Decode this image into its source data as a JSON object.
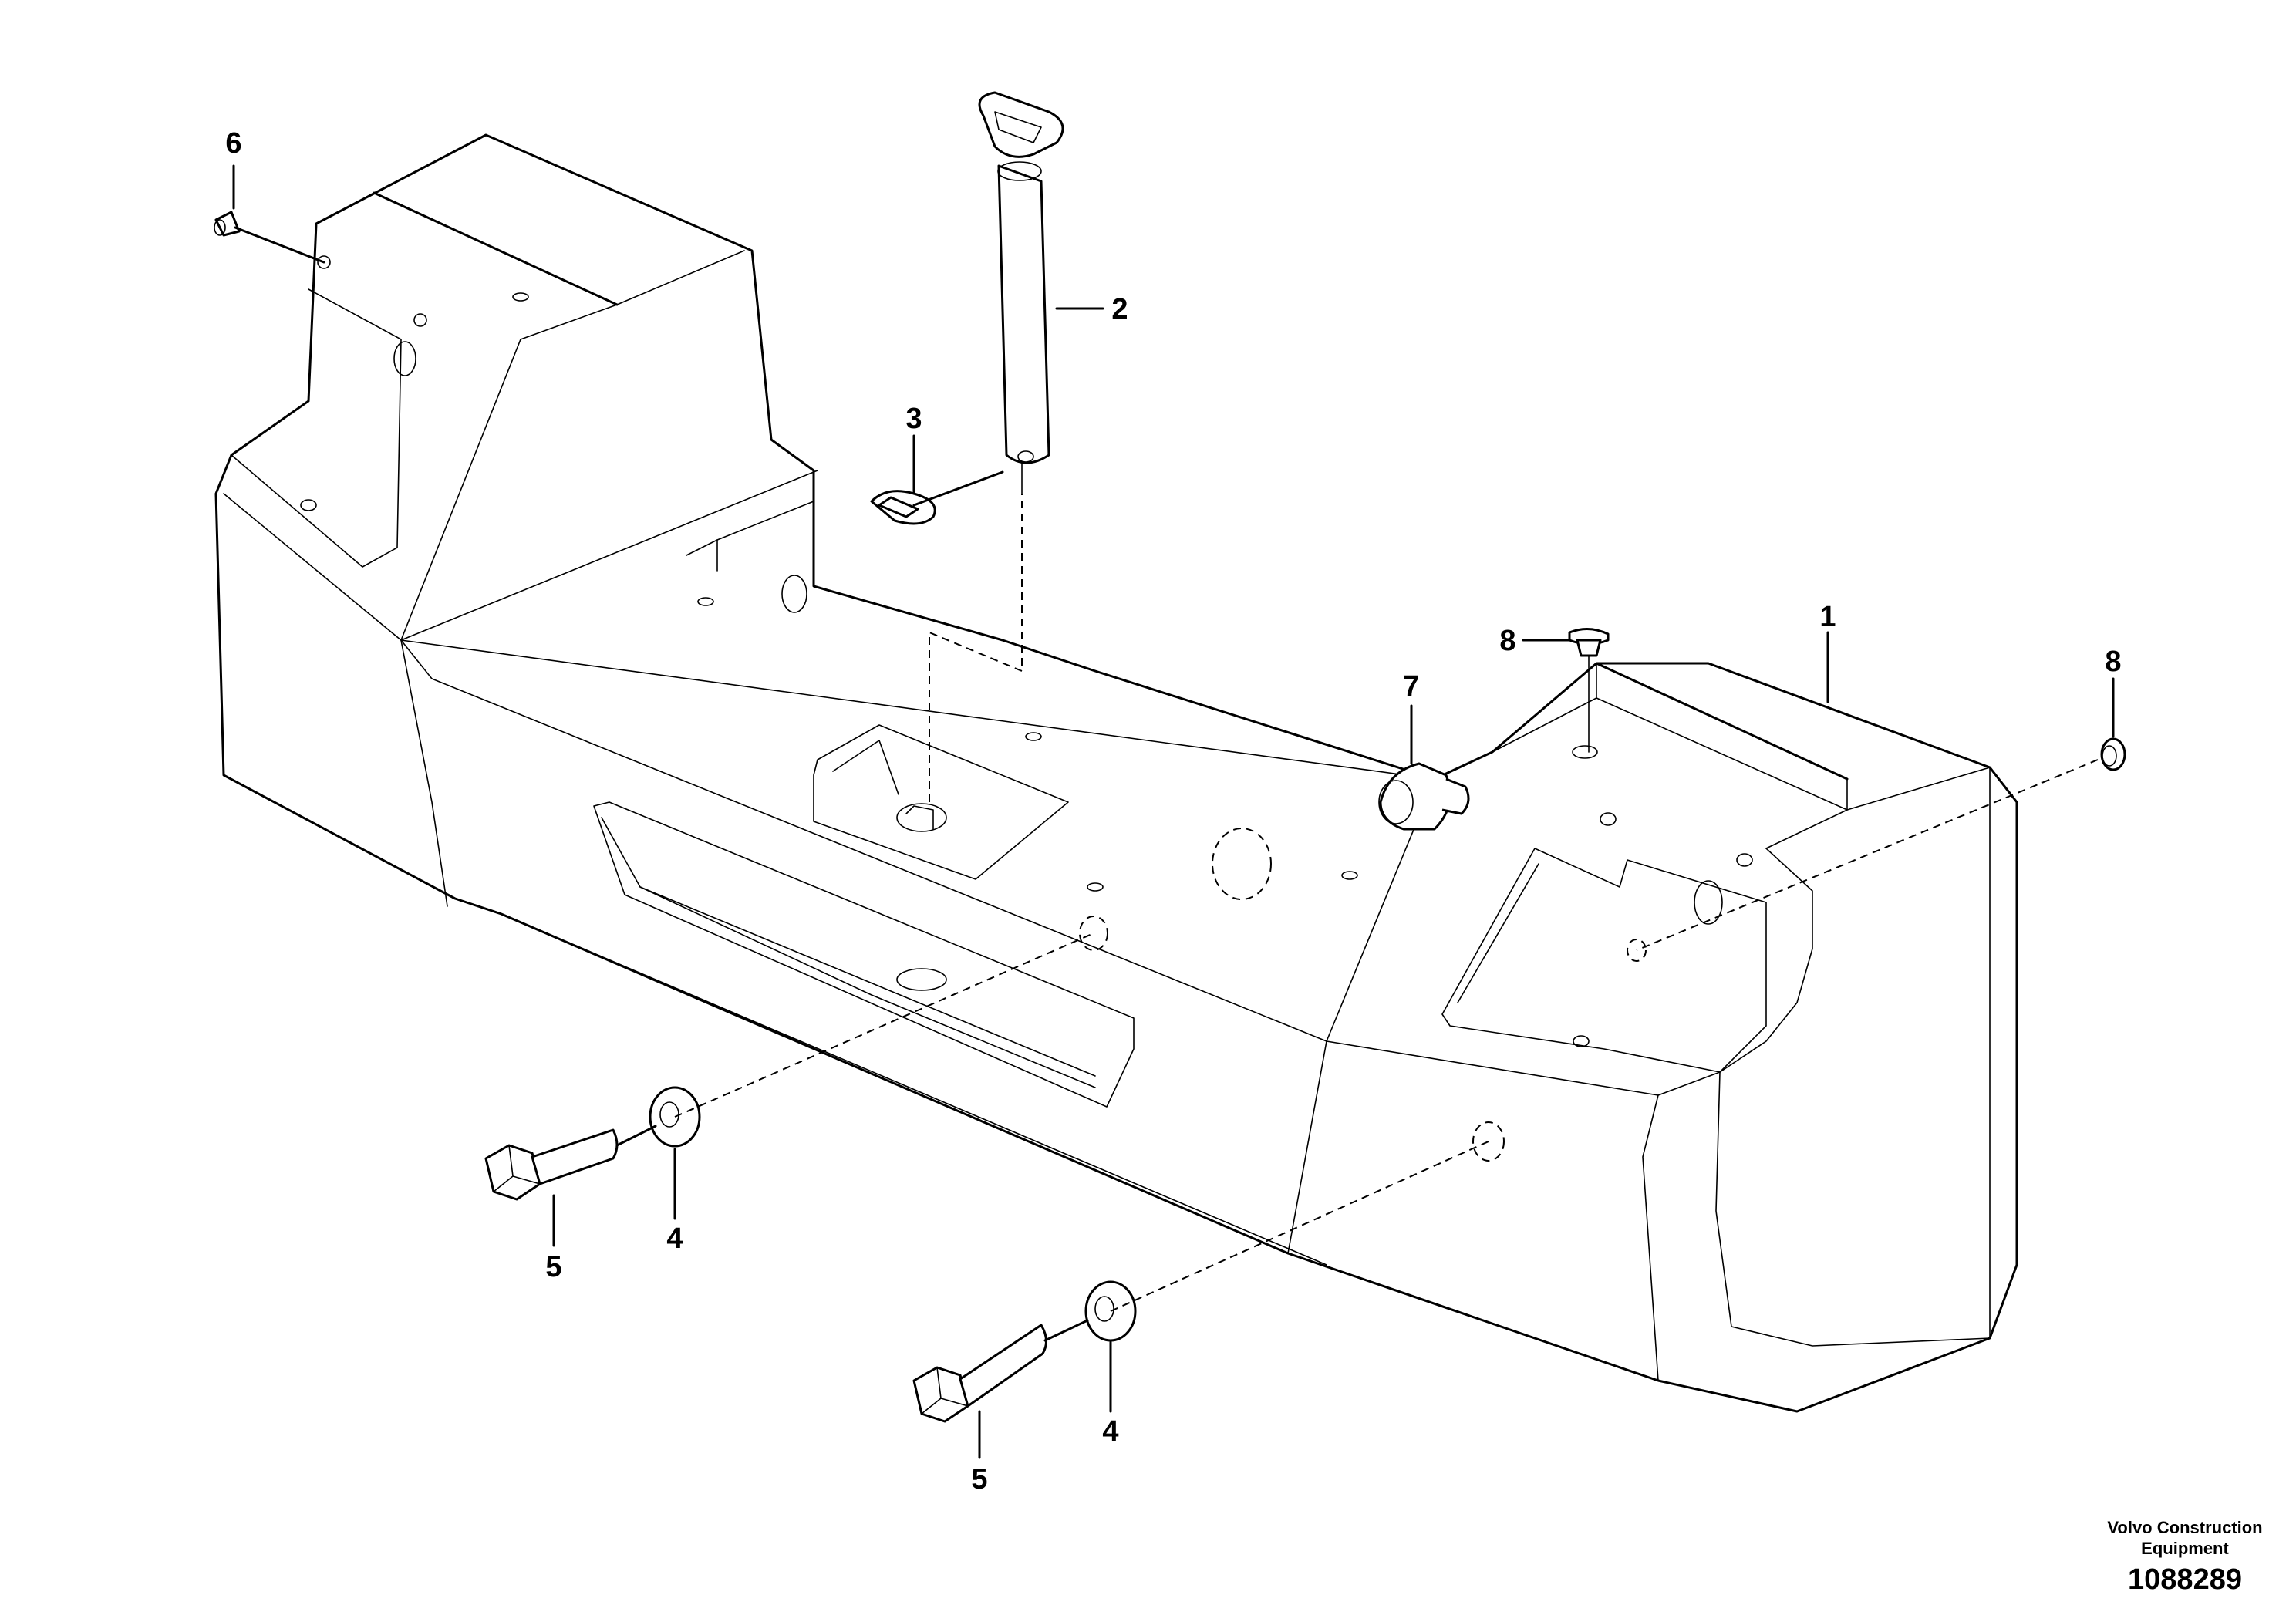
{
  "diagram": {
    "callouts": [
      {
        "id": "1",
        "label": "1"
      },
      {
        "id": "2",
        "label": "2"
      },
      {
        "id": "3",
        "label": "3"
      },
      {
        "id": "4a",
        "label": "4"
      },
      {
        "id": "4b",
        "label": "4"
      },
      {
        "id": "5a",
        "label": "5"
      },
      {
        "id": "5b",
        "label": "5"
      },
      {
        "id": "6",
        "label": "6"
      },
      {
        "id": "7",
        "label": "7"
      },
      {
        "id": "8a",
        "label": "8"
      },
      {
        "id": "8b",
        "label": "8"
      }
    ]
  },
  "footer": {
    "company_line1": "Volvo Construction",
    "company_line2": "Equipment",
    "drawing_number": "1088289"
  }
}
